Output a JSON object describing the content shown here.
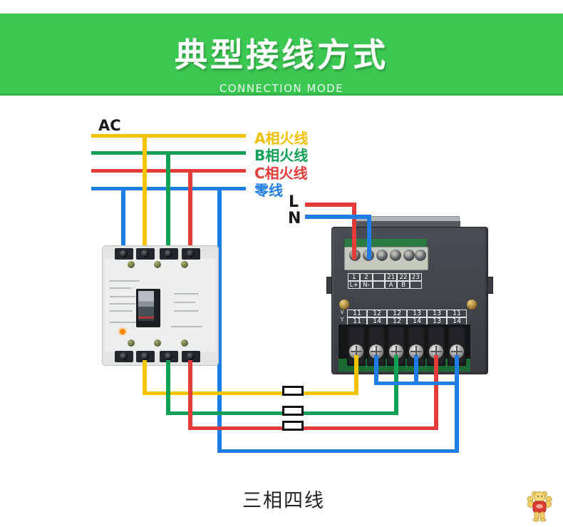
{
  "header": {
    "title": "典型接线方式",
    "subtitle": "CONNECTION MODE"
  },
  "labels": {
    "ac": "AC",
    "l": "L",
    "n": "N",
    "caption": "三相四线"
  },
  "phases": [
    {
      "text": "A相火线",
      "color": "#f0bf00"
    },
    {
      "text": "B相火线",
      "color": "#12a057"
    },
    {
      "text": "C相火线",
      "color": "#e43b3b"
    },
    {
      "text": "零线",
      "color": "#1f7de8"
    }
  ],
  "meter": {
    "upper_table": {
      "row1": [
        "1",
        "2",
        "",
        "21",
        "22",
        "23"
      ],
      "row2": [
        "L+",
        "N-",
        "",
        "A",
        "B",
        ""
      ]
    },
    "lower_table": {
      "sym1": "∨",
      "sym2": "Y",
      "row1": [
        "11",
        "12",
        "12",
        "13",
        "13",
        "11"
      ],
      "row2": [
        "11",
        "14",
        "12",
        "14",
        "13",
        "14"
      ]
    }
  },
  "colors": {
    "banner_green": "#3cc752",
    "wire_yellow": "#f5c400",
    "wire_green": "#12a057",
    "wire_red": "#e43b3b",
    "wire_blue": "#1f7de8",
    "breaker_body": "#edefee",
    "meter_body": "#42464c",
    "pcb_green": "#1e6a37"
  }
}
